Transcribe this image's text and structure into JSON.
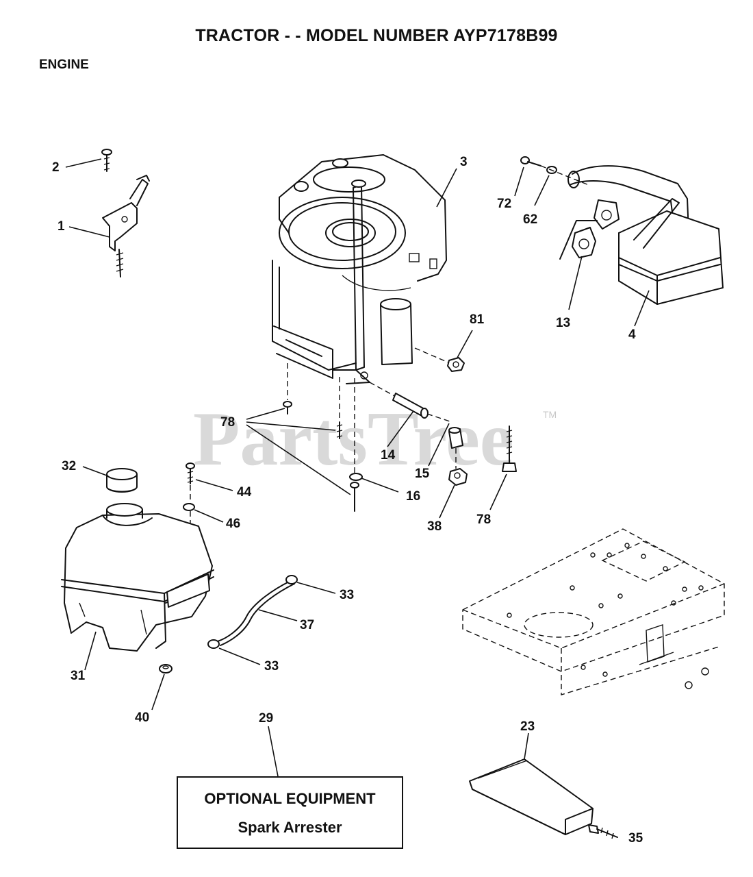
{
  "header": {
    "title": "TRACTOR - - MODEL NUMBER AYP7178B99",
    "section": "ENGINE"
  },
  "watermark": {
    "text": "PartsTree",
    "tm": "TM"
  },
  "callouts": {
    "c1": "1",
    "c2": "2",
    "c3": "3",
    "c4": "4",
    "c13": "13",
    "c14": "14",
    "c15": "15",
    "c16": "16",
    "c23": "23",
    "c29": "29",
    "c31": "31",
    "c32": "32",
    "c33a": "33",
    "c33b": "33",
    "c35": "35",
    "c37": "37",
    "c38": "38",
    "c40": "40",
    "c44": "44",
    "c46": "46",
    "c62": "62",
    "c72": "72",
    "c78a": "78",
    "c78b": "78",
    "c81": "81"
  },
  "optional_box": {
    "heading": "OPTIONAL EQUIPMENT",
    "item": "Spark Arrester"
  }
}
